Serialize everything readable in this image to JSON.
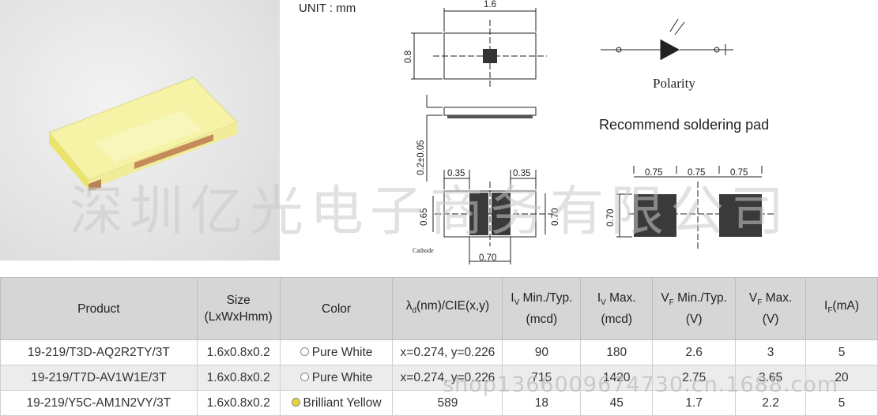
{
  "unit_label": "UNIT : mm",
  "polarity_label": "Polarity",
  "pad_title": "Recommend soldering pad",
  "top_view": {
    "width": "1.6",
    "height": "0.8"
  },
  "side_view": {
    "thickness": "0.2±0.05"
  },
  "bottom_view": {
    "pad_left": "0.35",
    "pad_right": "0.35",
    "height": "0.65",
    "height_right": "0.70",
    "gap": "0.70",
    "cathode": "Cathode"
  },
  "pad_dims": {
    "d1": "0.75",
    "d2": "0.75",
    "d3": "0.75",
    "height": "0.70"
  },
  "watermark": "深圳亿光电子商务有限公司",
  "watermark_url": "shop1366009674730.cn.1688.com",
  "table": {
    "headers": {
      "product": "Product",
      "size_1": "Size",
      "size_2": "(LxWxHmm)",
      "color": "Color",
      "lambda_sym": "λ",
      "lambda_sub": "d",
      "lambda_rest": "(nm)/CIE(x,y)",
      "iv_min_sym": "I",
      "iv_min_sub": "V",
      "iv_min_1": "Min./Typ.",
      "iv_min_2": "(mcd)",
      "iv_max_sym": "I",
      "iv_max_sub": "V",
      "iv_max_1": "Max.",
      "iv_max_2": "(mcd)",
      "vf_min_sym": "V",
      "vf_min_sub": "F",
      "vf_min_1": "Min./Typ.",
      "vf_min_2": "(V)",
      "vf_max_sym": "V",
      "vf_max_sub": "F",
      "vf_max_1": "Max.",
      "vf_max_2": "(V)",
      "if_sym": "I",
      "if_sub": "F",
      "if_rest": "(mA)"
    },
    "rows": [
      {
        "product": "19-219/T3D-AQ2R2TY/3T",
        "size": "1.6x0.8x0.2",
        "color": "Pure White",
        "color_dot": "#ffffff",
        "lambda": "x=0.274, y=0.226",
        "iv_min": "90",
        "iv_max": "180",
        "vf_min": "2.6",
        "vf_max": "3",
        "if": "5"
      },
      {
        "product": "19-219/T7D-AV1W1E/3T",
        "size": "1.6x0.8x0.2",
        "color": "Pure White",
        "color_dot": "#ffffff",
        "lambda": "x=0.274, y=0.226",
        "iv_min": "715",
        "iv_max": "1420",
        "vf_min": "2.75",
        "vf_max": "3.65",
        "if": "20"
      },
      {
        "product": "19-219/Y5C-AM1N2VY/3T",
        "size": "1.6x0.8x0.2",
        "color": "Brilliant Yellow",
        "color_dot": "#e8d23a",
        "lambda": "589",
        "iv_min": "18",
        "iv_max": "45",
        "vf_min": "1.7",
        "vf_max": "2.2",
        "if": "5"
      }
    ]
  }
}
